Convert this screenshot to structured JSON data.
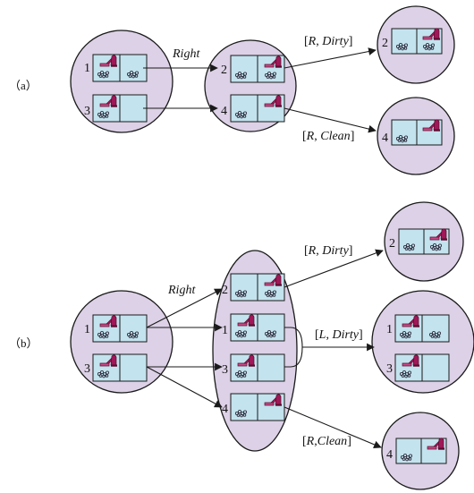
{
  "part_labels": {
    "a": "（a）",
    "b": "（b）"
  },
  "edges": {
    "a_right": "Right",
    "a_r_dirty": "[R, Dirty]",
    "a_r_clean": "[R, Clean]",
    "b_right": "Right",
    "b_r_dirty": "[R, Dirty]",
    "b_l_dirty": "[L, Dirty]",
    "b_r_clean": "[R,Clean]"
  },
  "edge_labels": {
    "a_r_dirty": {
      "open": "[",
      "action": "R",
      "sep": ", ",
      "percept": "Dirty",
      "close": "]"
    },
    "a_r_clean": {
      "open": "[",
      "action": "R",
      "sep": ", ",
      "percept": "Clean",
      "close": "]"
    },
    "b_r_dirty": {
      "open": "[",
      "action": "R",
      "sep": ", ",
      "percept": "Dirty",
      "close": "]"
    },
    "b_l_dirty": {
      "open": "[",
      "action": "L",
      "sep": ", ",
      "percept": "Dirty",
      "close": "]"
    },
    "b_r_clean": {
      "open": "[",
      "action": "R",
      "sep": ",",
      "percept": "Clean",
      "close": "]"
    }
  },
  "state_numbers": {
    "a_s1": "1",
    "a_s3": "3",
    "a_t2": "2",
    "a_t4": "4",
    "a_o2": "2",
    "a_o4": "4",
    "b_s1": "1",
    "b_s3": "3",
    "b_t2": "2",
    "b_t1": "1",
    "b_t3": "3",
    "b_t4": "4",
    "b_o2": "2",
    "b_o1": "1",
    "b_o3": "3",
    "b_o4": "4"
  },
  "colors": {
    "belief_fill": "#dcd1e6",
    "room_fill": "#c3e3ee",
    "vacuum": "#a01858",
    "dirt": "#303040",
    "stroke": "#1a1a1a"
  },
  "icons": {
    "vacuum": "vacuum-cleaner-icon",
    "dirt": "dirt-icon"
  }
}
